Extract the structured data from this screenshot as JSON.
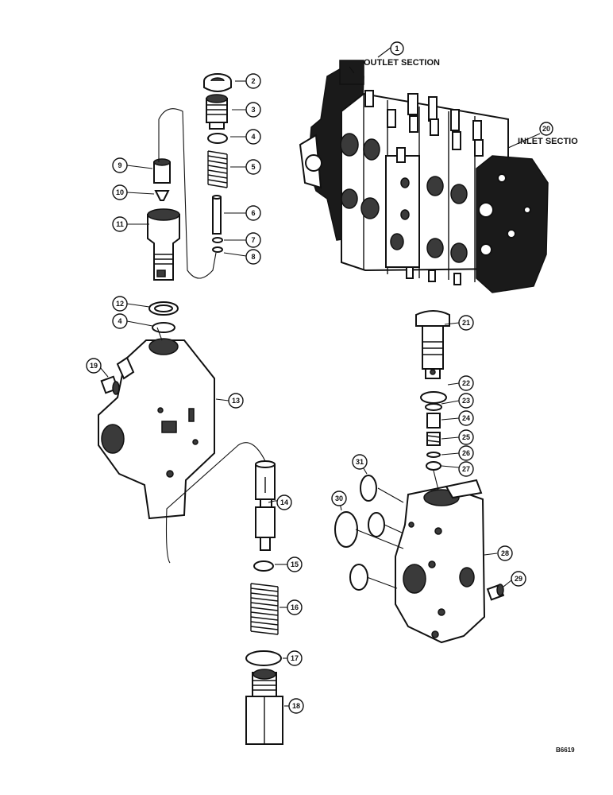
{
  "labels": {
    "outlet_section": "OUTLET SECTION",
    "inlet_section": "INLET SECTIO",
    "drawing_number": "B6619"
  },
  "callouts": {
    "c1": "1",
    "c2": "2",
    "c3": "3",
    "c4a": "4",
    "c5": "5",
    "c6": "6",
    "c7": "7",
    "c8": "8",
    "c9": "9",
    "c10": "10",
    "c11": "11",
    "c12": "12",
    "c4b": "4",
    "c13": "13",
    "c14": "14",
    "c15": "15",
    "c16": "16",
    "c17": "17",
    "c18": "18",
    "c19": "19",
    "c20": "20",
    "c21": "21",
    "c22": "22",
    "c23": "23",
    "c24": "24",
    "c25": "25",
    "c26": "26",
    "c27": "27",
    "c28": "28",
    "c29": "29",
    "c30": "30",
    "c31": "31"
  }
}
